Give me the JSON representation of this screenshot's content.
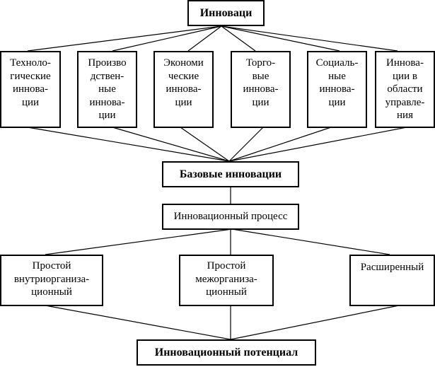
{
  "diagram": {
    "top": "Инноваци",
    "categories": [
      "Техноло-\nгические\nиннова-\nции",
      "Произво\nдствен-\nные\nиннова-\nции",
      "Экономи\nческие\nиннова-\nции",
      "Торго-\nвые\nиннова-\nции",
      "Социаль-\nные\nиннова-\nции",
      "Иннова-\nции в\nобласти\nуправле-\nния"
    ],
    "base": "Базовые инновации",
    "process": "Инновационный процесс",
    "process_types": [
      "Простой\nвнутриорганиза-\nционный",
      "Простой\nмежорганиза-\nционный",
      "Расширенный"
    ],
    "result": "Инновационный потенциал"
  }
}
